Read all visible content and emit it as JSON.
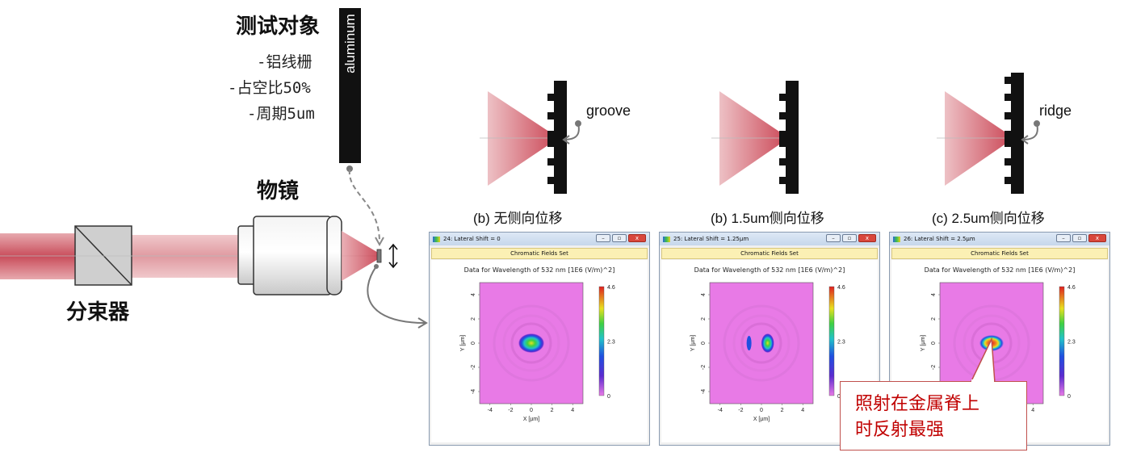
{
  "labels": {
    "test_object": "测试对象",
    "spec_1": "-铝线栅",
    "spec_2": "-占空比50%",
    "spec_3": "-周期5um",
    "aluminum": "aluminum",
    "objective": "物镜",
    "beam_splitter": "分束器"
  },
  "schematics": [
    {
      "tag": "groove"
    },
    {
      "tag": ""
    },
    {
      "tag": "ridge"
    }
  ],
  "captions": [
    "(b)  无侧向位移",
    "(b) 1.5um侧向位移",
    "(c) 2.5um侧向位移"
  ],
  "windows": [
    {
      "title": "24: Lateral Shift = 0"
    },
    {
      "title": "25: Lateral Shift = 1.25µm"
    },
    {
      "title": "26: Lateral Shift = 2.5µm"
    }
  ],
  "window_common": {
    "header": "Chromatic Fields Set",
    "data_label": "Data for Wavelength of 532 nm  [1E6 (V/m)^2]",
    "xlabel": "X [µm]",
    "ylabel": "Y [µm]",
    "ticks": [
      "-4",
      "-2",
      "0",
      "2",
      "4"
    ],
    "colorbar_ticks": [
      "4.6",
      "2.3",
      "0"
    ],
    "btn_min": "–",
    "btn_max": "▫",
    "btn_close": "x"
  },
  "callout": {
    "line1": "照射在金属脊上",
    "line2": "时反射最强"
  },
  "colors": {
    "beam": "#d65a66",
    "callout_border": "#c0504d",
    "callout_text": "#c00000",
    "field_bg": "#e87ae6"
  }
}
